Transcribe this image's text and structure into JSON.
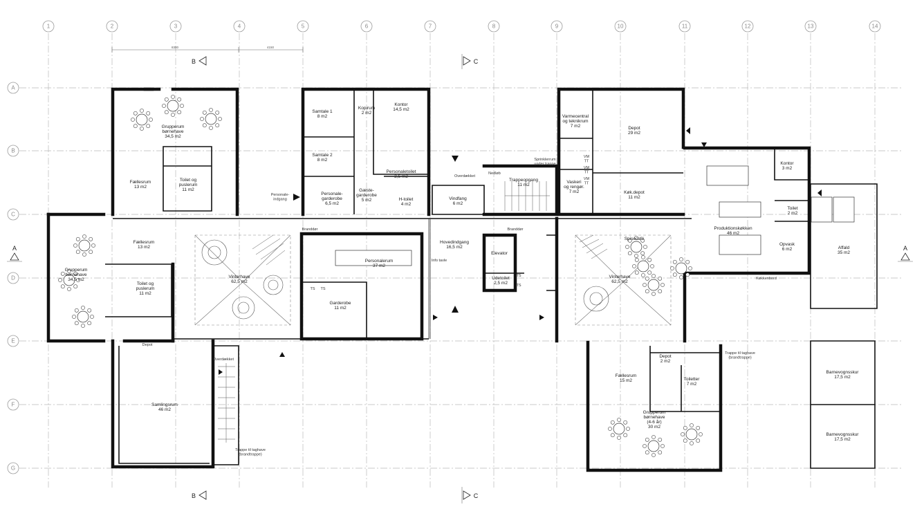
{
  "grid": {
    "columns": [
      "1",
      "2",
      "3",
      "4",
      "5",
      "6",
      "7",
      "8",
      "9",
      "10",
      "11",
      "12",
      "13",
      "14"
    ],
    "rows": [
      "A",
      "B",
      "C",
      "D",
      "E",
      "F",
      "G"
    ]
  },
  "dimensions": [
    "8300",
    "4150"
  ],
  "section_markers": {
    "b_top": "B",
    "c_top": "C",
    "b_bottom": "B",
    "c_bottom": "C",
    "a_left": "A",
    "a_right": "A"
  },
  "rooms": [
    {
      "id": "grupperum-nw",
      "name": "Grupperum\nbørnehave",
      "area": "34,5 m2"
    },
    {
      "id": "toilet-nw",
      "name": "Toilet og\npuslerum",
      "area": "11 m2"
    },
    {
      "id": "faelles-nw",
      "name": "Fællesrum",
      "area": "13 m2"
    },
    {
      "id": "faelles-w",
      "name": "Fællesrum",
      "area": "13 m2"
    },
    {
      "id": "grupperum-w",
      "name": "Grupperum\nbørnehave",
      "area": "34,5 m2"
    },
    {
      "id": "toilet-w",
      "name": "Toilet og\npuslerum",
      "area": "11 m2"
    },
    {
      "id": "vinterhave-w",
      "name": "Vinterhave",
      "area": "62,5 m2"
    },
    {
      "id": "samlingsrum",
      "name": "Samlingsrum",
      "area": "46 m2"
    },
    {
      "id": "samtale1",
      "name": "Samtale 1",
      "area": "8 m2"
    },
    {
      "id": "samtale2",
      "name": "Samtale 2",
      "area": "8 m2"
    },
    {
      "id": "kopirum",
      "name": "Kopirum",
      "area": "2 m2"
    },
    {
      "id": "kontor-c",
      "name": "Kontor",
      "area": "14,5 m2"
    },
    {
      "id": "personaletoilet",
      "name": "Personaletoilet",
      "area": "2,5 m2"
    },
    {
      "id": "personalegarderobe",
      "name": "Personale-\ngarderobe",
      "area": "6,5 m2"
    },
    {
      "id": "gaestegarderobe",
      "name": "Gæste-\ngarderobe",
      "area": "5 m2"
    },
    {
      "id": "h-toilet",
      "name": "H-toilet",
      "area": "4 m2"
    },
    {
      "id": "vindfang",
      "name": "Vindfang",
      "area": "6 m2"
    },
    {
      "id": "trappeopgang",
      "name": "Trappeopgang",
      "area": "11 m2"
    },
    {
      "id": "personalerum",
      "name": "Personalerum",
      "area": "37 m2"
    },
    {
      "id": "garderobe",
      "name": "Garderobe",
      "area": "11 m2"
    },
    {
      "id": "hovedindgang",
      "name": "Hovedindgang",
      "area": "16,5 m2"
    },
    {
      "id": "elevator",
      "name": "Elevator",
      "area": ""
    },
    {
      "id": "udetoilet",
      "name": "Udetoilet",
      "area": "2,5 m2"
    },
    {
      "id": "varmecentral",
      "name": "Varmecentral\nog teknikrum",
      "area": "7 m2"
    },
    {
      "id": "depot-n",
      "name": "Depot",
      "area": "29 m2"
    },
    {
      "id": "vaskeri",
      "name": "Vaskeri\nog rengør.",
      "area": "7 m2"
    },
    {
      "id": "kokdepot",
      "name": "Køk.depot",
      "area": "11 m2"
    },
    {
      "id": "kontor-e",
      "name": "Kontor",
      "area": "3 m2"
    },
    {
      "id": "produktionskoekken",
      "name": "Produktionskøkken",
      "area": "46 m2"
    },
    {
      "id": "toilet-e",
      "name": "Toilet",
      "area": "2 m2"
    },
    {
      "id": "opvask",
      "name": "Opvask",
      "area": "6 m2"
    },
    {
      "id": "affald",
      "name": "Affald",
      "area": "35 m2"
    },
    {
      "id": "spisecafe",
      "name": "Spisecafé",
      "area": ""
    },
    {
      "id": "vinterhave-e",
      "name": "Vinterhave",
      "area": "62,5 m2"
    },
    {
      "id": "faelles-se",
      "name": "Fællesrum",
      "area": "15 m2"
    },
    {
      "id": "depot-se",
      "name": "Depot",
      "area": "2 m2"
    },
    {
      "id": "toiletter-se",
      "name": "Toiletter",
      "area": "7 m2"
    },
    {
      "id": "grupperum-se",
      "name": "Grupperum\nbørnehave\n(4-6 år)",
      "area": "30 m2"
    },
    {
      "id": "barnevogn1",
      "name": "Barnevognsskur",
      "area": "17,5 m2"
    },
    {
      "id": "barnevogn2",
      "name": "Barnevognsskur",
      "area": "17,5 m2"
    }
  ],
  "notes": {
    "personaleindgang": "Personale-\nindgang",
    "branddoer_1": "Branddør",
    "branddoer_2": "Branddør",
    "overdaekket_1": "Overdækket",
    "overdaekket_2": "Overdækket",
    "nedlob": "Nedløb",
    "sprinklerrum": "Sprinklerrum\nunder trappe",
    "info_tavle": "Info tavle",
    "koekkenbord": "Køkkenbord",
    "depot_small": "Depot",
    "trappe_taghave_1": "Trappe til taghave\n(brandtrappe)",
    "trappe_taghave_2": "Trappe til taghave\n(brandtrappe)",
    "ts1": "TS",
    "ts2": "TS",
    "ts3": "TS",
    "ts4": "TS",
    "vm1": "VM\nTT",
    "vm2": "VM\nTT",
    "vm3": "VM\nTT"
  }
}
